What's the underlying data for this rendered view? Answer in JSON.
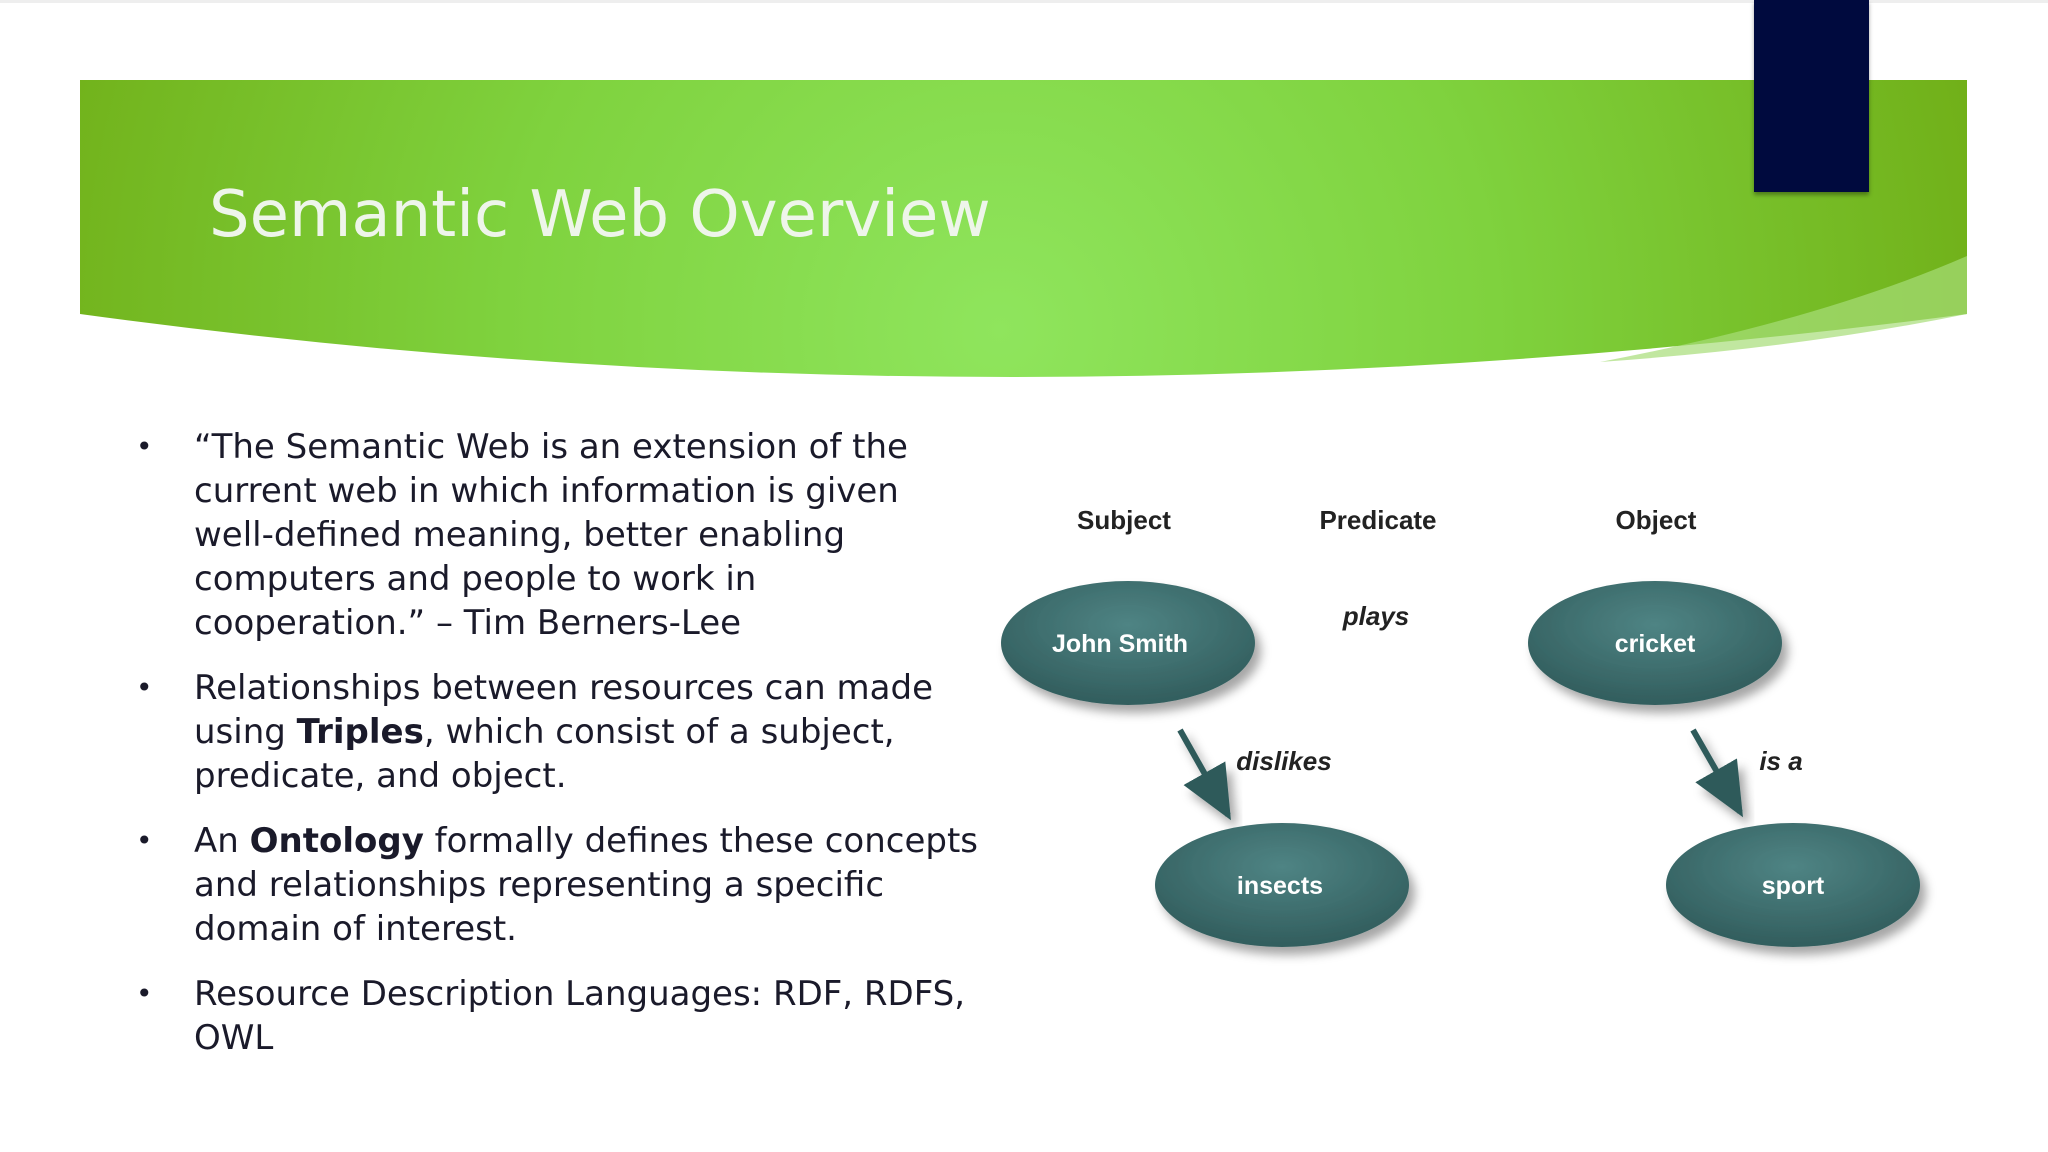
{
  "slide": {
    "title": "Semantic Web Overview",
    "colors": {
      "banner_green": "#7cc72f",
      "banner_light": "#8ee45c",
      "tab_navy": "#000a3e",
      "node_fill": "#3f6e6e",
      "text": "#1a1a2a"
    }
  },
  "bullets": [
    {
      "segments": [
        "“The Semantic Web is an extension of the current web in which information is given well-defined meaning, better enabling computers and people to work in cooperation.” – Tim Berners-Lee"
      ]
    },
    {
      "segments": [
        "Relationships between resources can made using ",
        "Triples",
        ", which consist of a subject, predicate, and object."
      ]
    },
    {
      "segments": [
        "An ",
        "Ontology",
        " formally defines these concepts and relationships representing a specific domain of interest."
      ]
    },
    {
      "segments": [
        "Resource Description Languages: RDF, RDFS, OWL"
      ]
    }
  ],
  "diagram": {
    "headers": {
      "subject": "Subject",
      "predicate": "Predicate",
      "object": "Object"
    },
    "nodes": {
      "john_smith": "John Smith",
      "cricket": "cricket",
      "insects": "insects",
      "sport": "sport"
    },
    "edges": {
      "plays": "plays",
      "dislikes": "dislikes",
      "is_a": "is a"
    }
  }
}
